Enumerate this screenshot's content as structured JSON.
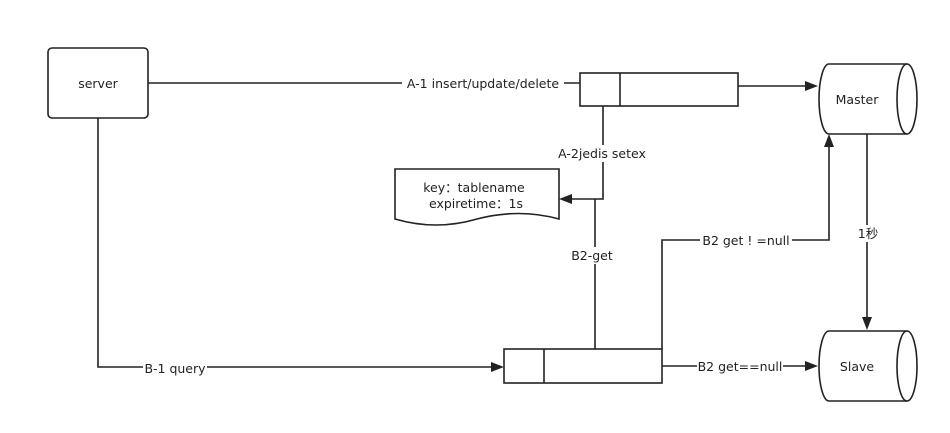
{
  "nodes": {
    "server": "server",
    "master": "Master",
    "slave": "Slave",
    "note_line1": "key：tablename",
    "note_line2": "expiretime：1s"
  },
  "edges": {
    "a1": "A-1 insert/update/delete",
    "a2": "A-2jedis setex",
    "b1": "B-1 query",
    "b2_get": "B2-get",
    "b2_not_null": "B2 get ! =null",
    "b2_null": "B2 get==null",
    "sync": "1秒"
  }
}
